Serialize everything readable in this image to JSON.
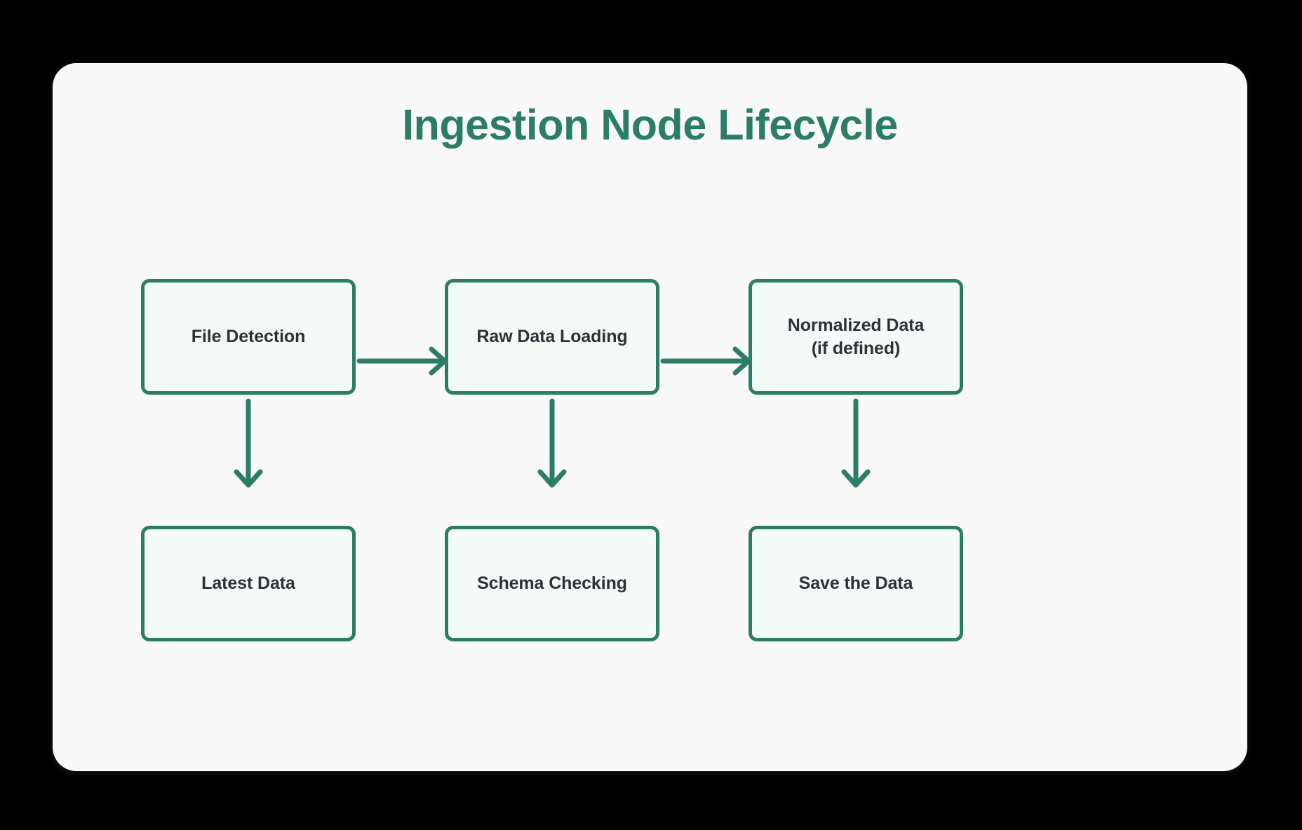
{
  "theme": {
    "page_background": "#000000",
    "card_background": "#F8F9F8",
    "accent": "#2C7D68",
    "node_fill": "#F3FBF8",
    "node_border": "#2C7D68",
    "node_text": "#2B3137"
  },
  "diagram": {
    "title": "Ingestion Node Lifecycle",
    "type": "flowchart",
    "nodes": [
      {
        "id": "file-detection",
        "label": "File Detection",
        "row": "top",
        "column": 1
      },
      {
        "id": "raw-data-loading",
        "label": "Raw Data Loading",
        "row": "top",
        "column": 2
      },
      {
        "id": "normalized-data",
        "label": "Normalized Data",
        "label_line2": "(if defined)",
        "row": "top",
        "column": 3
      },
      {
        "id": "latest-data",
        "label": "Latest Data",
        "row": "bottom",
        "column": 1
      },
      {
        "id": "schema-checking",
        "label": "Schema Checking",
        "row": "bottom",
        "column": 2
      },
      {
        "id": "save-the-data",
        "label": "Save the Data",
        "row": "bottom",
        "column": 3
      }
    ],
    "edges": [
      {
        "from": "file-detection",
        "to": "raw-data-loading",
        "direction": "right"
      },
      {
        "from": "raw-data-loading",
        "to": "normalized-data",
        "direction": "right"
      },
      {
        "from": "file-detection",
        "to": "latest-data",
        "direction": "down"
      },
      {
        "from": "raw-data-loading",
        "to": "schema-checking",
        "direction": "down"
      },
      {
        "from": "normalized-data",
        "to": "save-the-data",
        "direction": "down"
      }
    ]
  }
}
